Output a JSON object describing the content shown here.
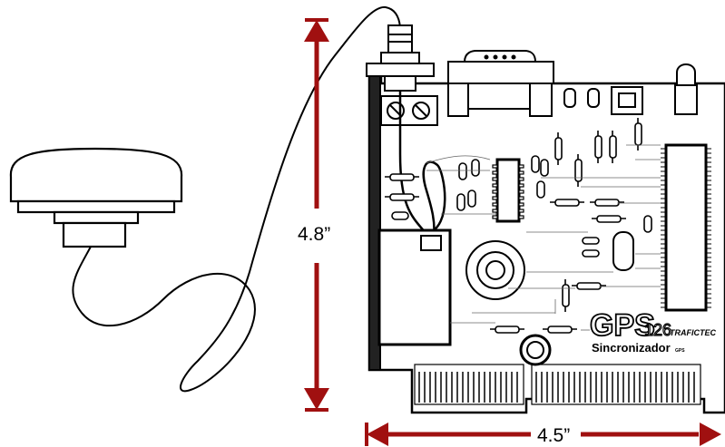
{
  "dimensions": {
    "height_label": "4.8”",
    "width_label": "4.5”",
    "arrow_color": "#a01010"
  },
  "board": {
    "product_name": "GPS",
    "model_number": "126",
    "product_subtitle": "Sincronizador",
    "product_subtitle_suffix": "GPS",
    "maker_logo_text": "TRAFICTEC"
  },
  "icons": {
    "antenna": "gps-antenna-icon",
    "cable": "antenna-cable",
    "board": "pci-card-board"
  }
}
